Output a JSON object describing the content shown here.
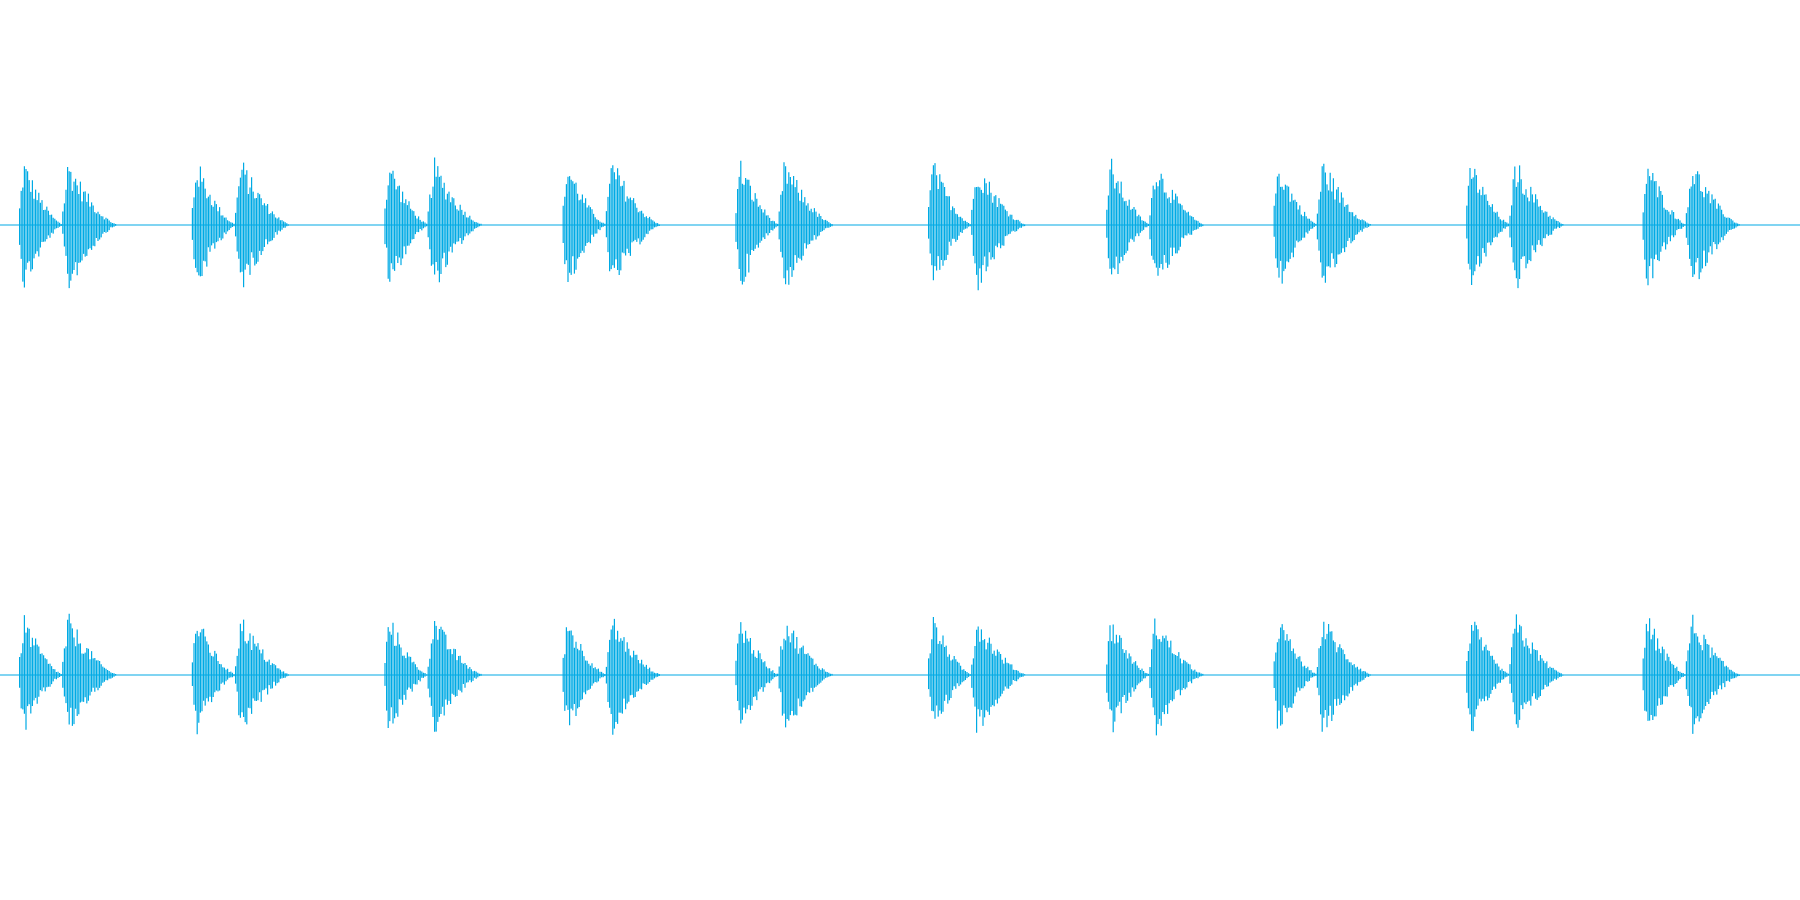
{
  "app": {
    "title": ""
  },
  "colors": {
    "waveform": "#00aae4",
    "background": "#ffffff"
  },
  "chart_data": {
    "type": "waveform",
    "title": "",
    "xlabel": "",
    "ylabel": "",
    "grid": false,
    "legend": "none",
    "amplitude_range": [
      -1,
      1
    ],
    "pattern": "double-burst",
    "channels": [
      {
        "name": "",
        "bursts": [
          {
            "start": 0.01,
            "peak": 0.97
          },
          {
            "start": 0.106,
            "peak": 0.97
          },
          {
            "start": 0.213,
            "peak": 0.97
          },
          {
            "start": 0.312,
            "peak": 0.97
          },
          {
            "start": 0.408,
            "peak": 0.97
          },
          {
            "start": 0.515,
            "peak": 0.97
          },
          {
            "start": 0.614,
            "peak": 0.97
          },
          {
            "start": 0.707,
            "peak": 0.97
          },
          {
            "start": 0.814,
            "peak": 0.97
          },
          {
            "start": 0.912,
            "peak": 0.97
          }
        ]
      },
      {
        "name": "",
        "bursts": [
          {
            "start": 0.01,
            "peak": 0.88
          },
          {
            "start": 0.106,
            "peak": 0.88
          },
          {
            "start": 0.213,
            "peak": 0.88
          },
          {
            "start": 0.312,
            "peak": 0.88
          },
          {
            "start": 0.408,
            "peak": 0.88
          },
          {
            "start": 0.515,
            "peak": 0.88
          },
          {
            "start": 0.614,
            "peak": 0.88
          },
          {
            "start": 0.707,
            "peak": 0.88
          },
          {
            "start": 0.814,
            "peak": 0.88
          },
          {
            "start": 0.912,
            "peak": 0.88
          }
        ]
      }
    ]
  }
}
